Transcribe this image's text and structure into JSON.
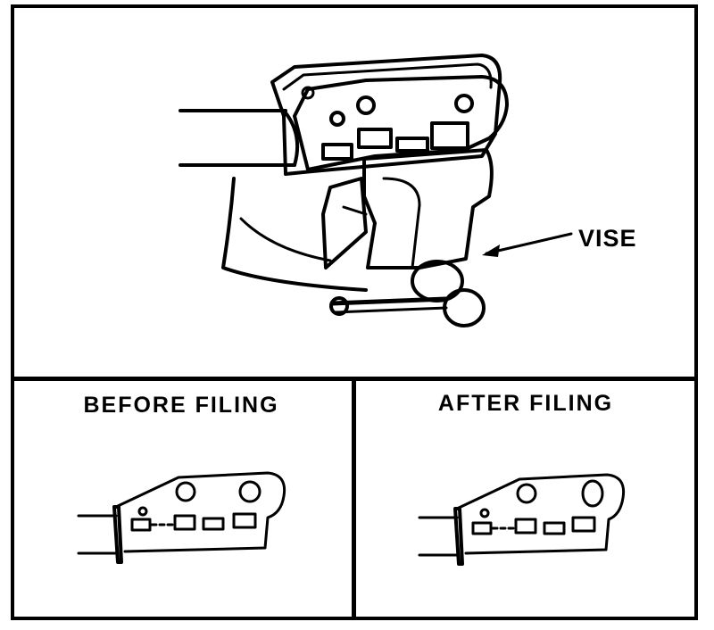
{
  "main": {
    "callout_label": "VISE"
  },
  "panels": {
    "before_title": "BEFORE FILING",
    "after_title": "AFTER FILING"
  },
  "colors": {
    "ink": "#000000",
    "paper": "#ffffff"
  }
}
